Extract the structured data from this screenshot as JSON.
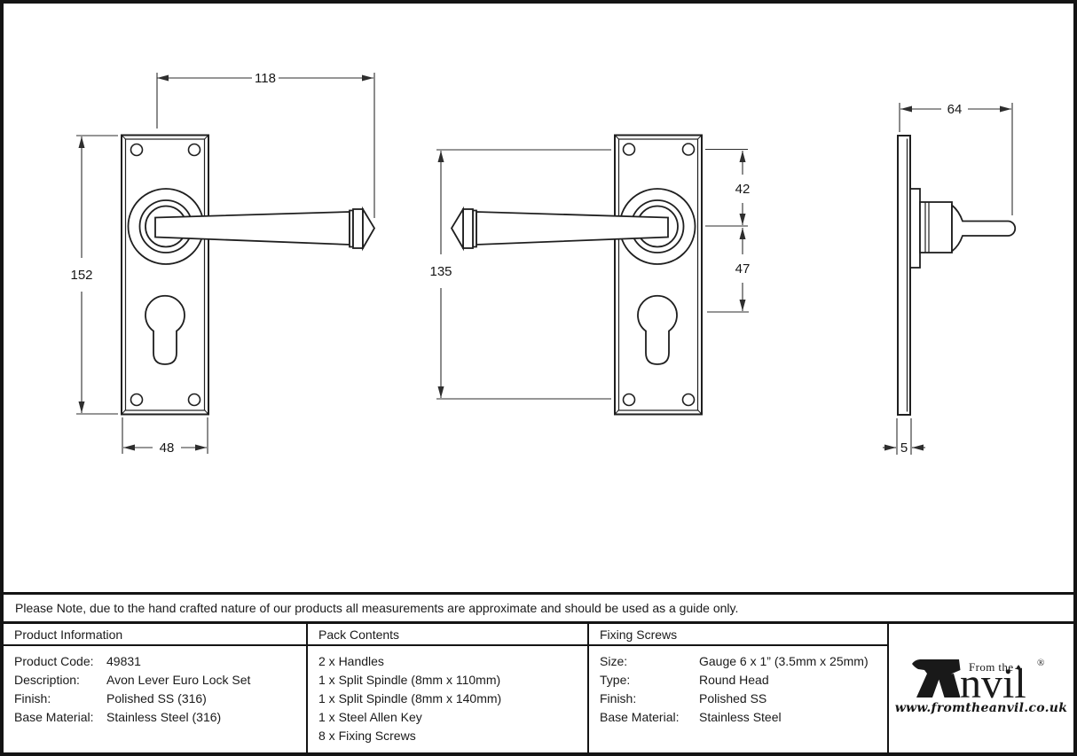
{
  "dimensions": {
    "front_right": {
      "lever_length": "118",
      "plate_height": "152",
      "plate_width": "48"
    },
    "front_left": {
      "screw_centres": "135",
      "screw_to_handle": "42",
      "handle_to_keyhole": "47"
    },
    "side": {
      "projection": "64",
      "plate_thickness": "5"
    }
  },
  "note": "Please Note, due to the hand crafted nature of our products all measurements are approximate and should be used as a guide only.",
  "table": {
    "product_information": {
      "header": "Product Information",
      "rows": [
        {
          "label": "Product Code:",
          "value": "49831"
        },
        {
          "label": "Description:",
          "value": "Avon Lever Euro Lock Set"
        },
        {
          "label": "Finish:",
          "value": "Polished SS (316)"
        },
        {
          "label": "Base Material:",
          "value": "Stainless Steel (316)"
        }
      ]
    },
    "pack_contents": {
      "header": "Pack Contents",
      "items": [
        "2 x Handles",
        "1 x Split Spindle (8mm x 110mm)",
        "1 x Split Spindle (8mm x 140mm)",
        "1 x Steel Allen Key",
        "8 x Fixing Screws"
      ]
    },
    "fixing_screws": {
      "header": "Fixing Screws",
      "rows": [
        {
          "label": "Size:",
          "value": "Gauge 6 x 1” (3.5mm x 25mm)"
        },
        {
          "label": "Type:",
          "value": "Round Head"
        },
        {
          "label": "Finish:",
          "value": "Polished SS"
        },
        {
          "label": "Base Material:",
          "value": "Stainless Steel"
        }
      ]
    }
  },
  "logo": {
    "prefix": "From the",
    "diamond": "♦",
    "name_rest": "nvil",
    "registered": "®",
    "website": "www.fromtheanvil.co.uk"
  },
  "colors": {
    "line": "#1f1f1f",
    "background": "#ffffff",
    "border": "#141414"
  }
}
